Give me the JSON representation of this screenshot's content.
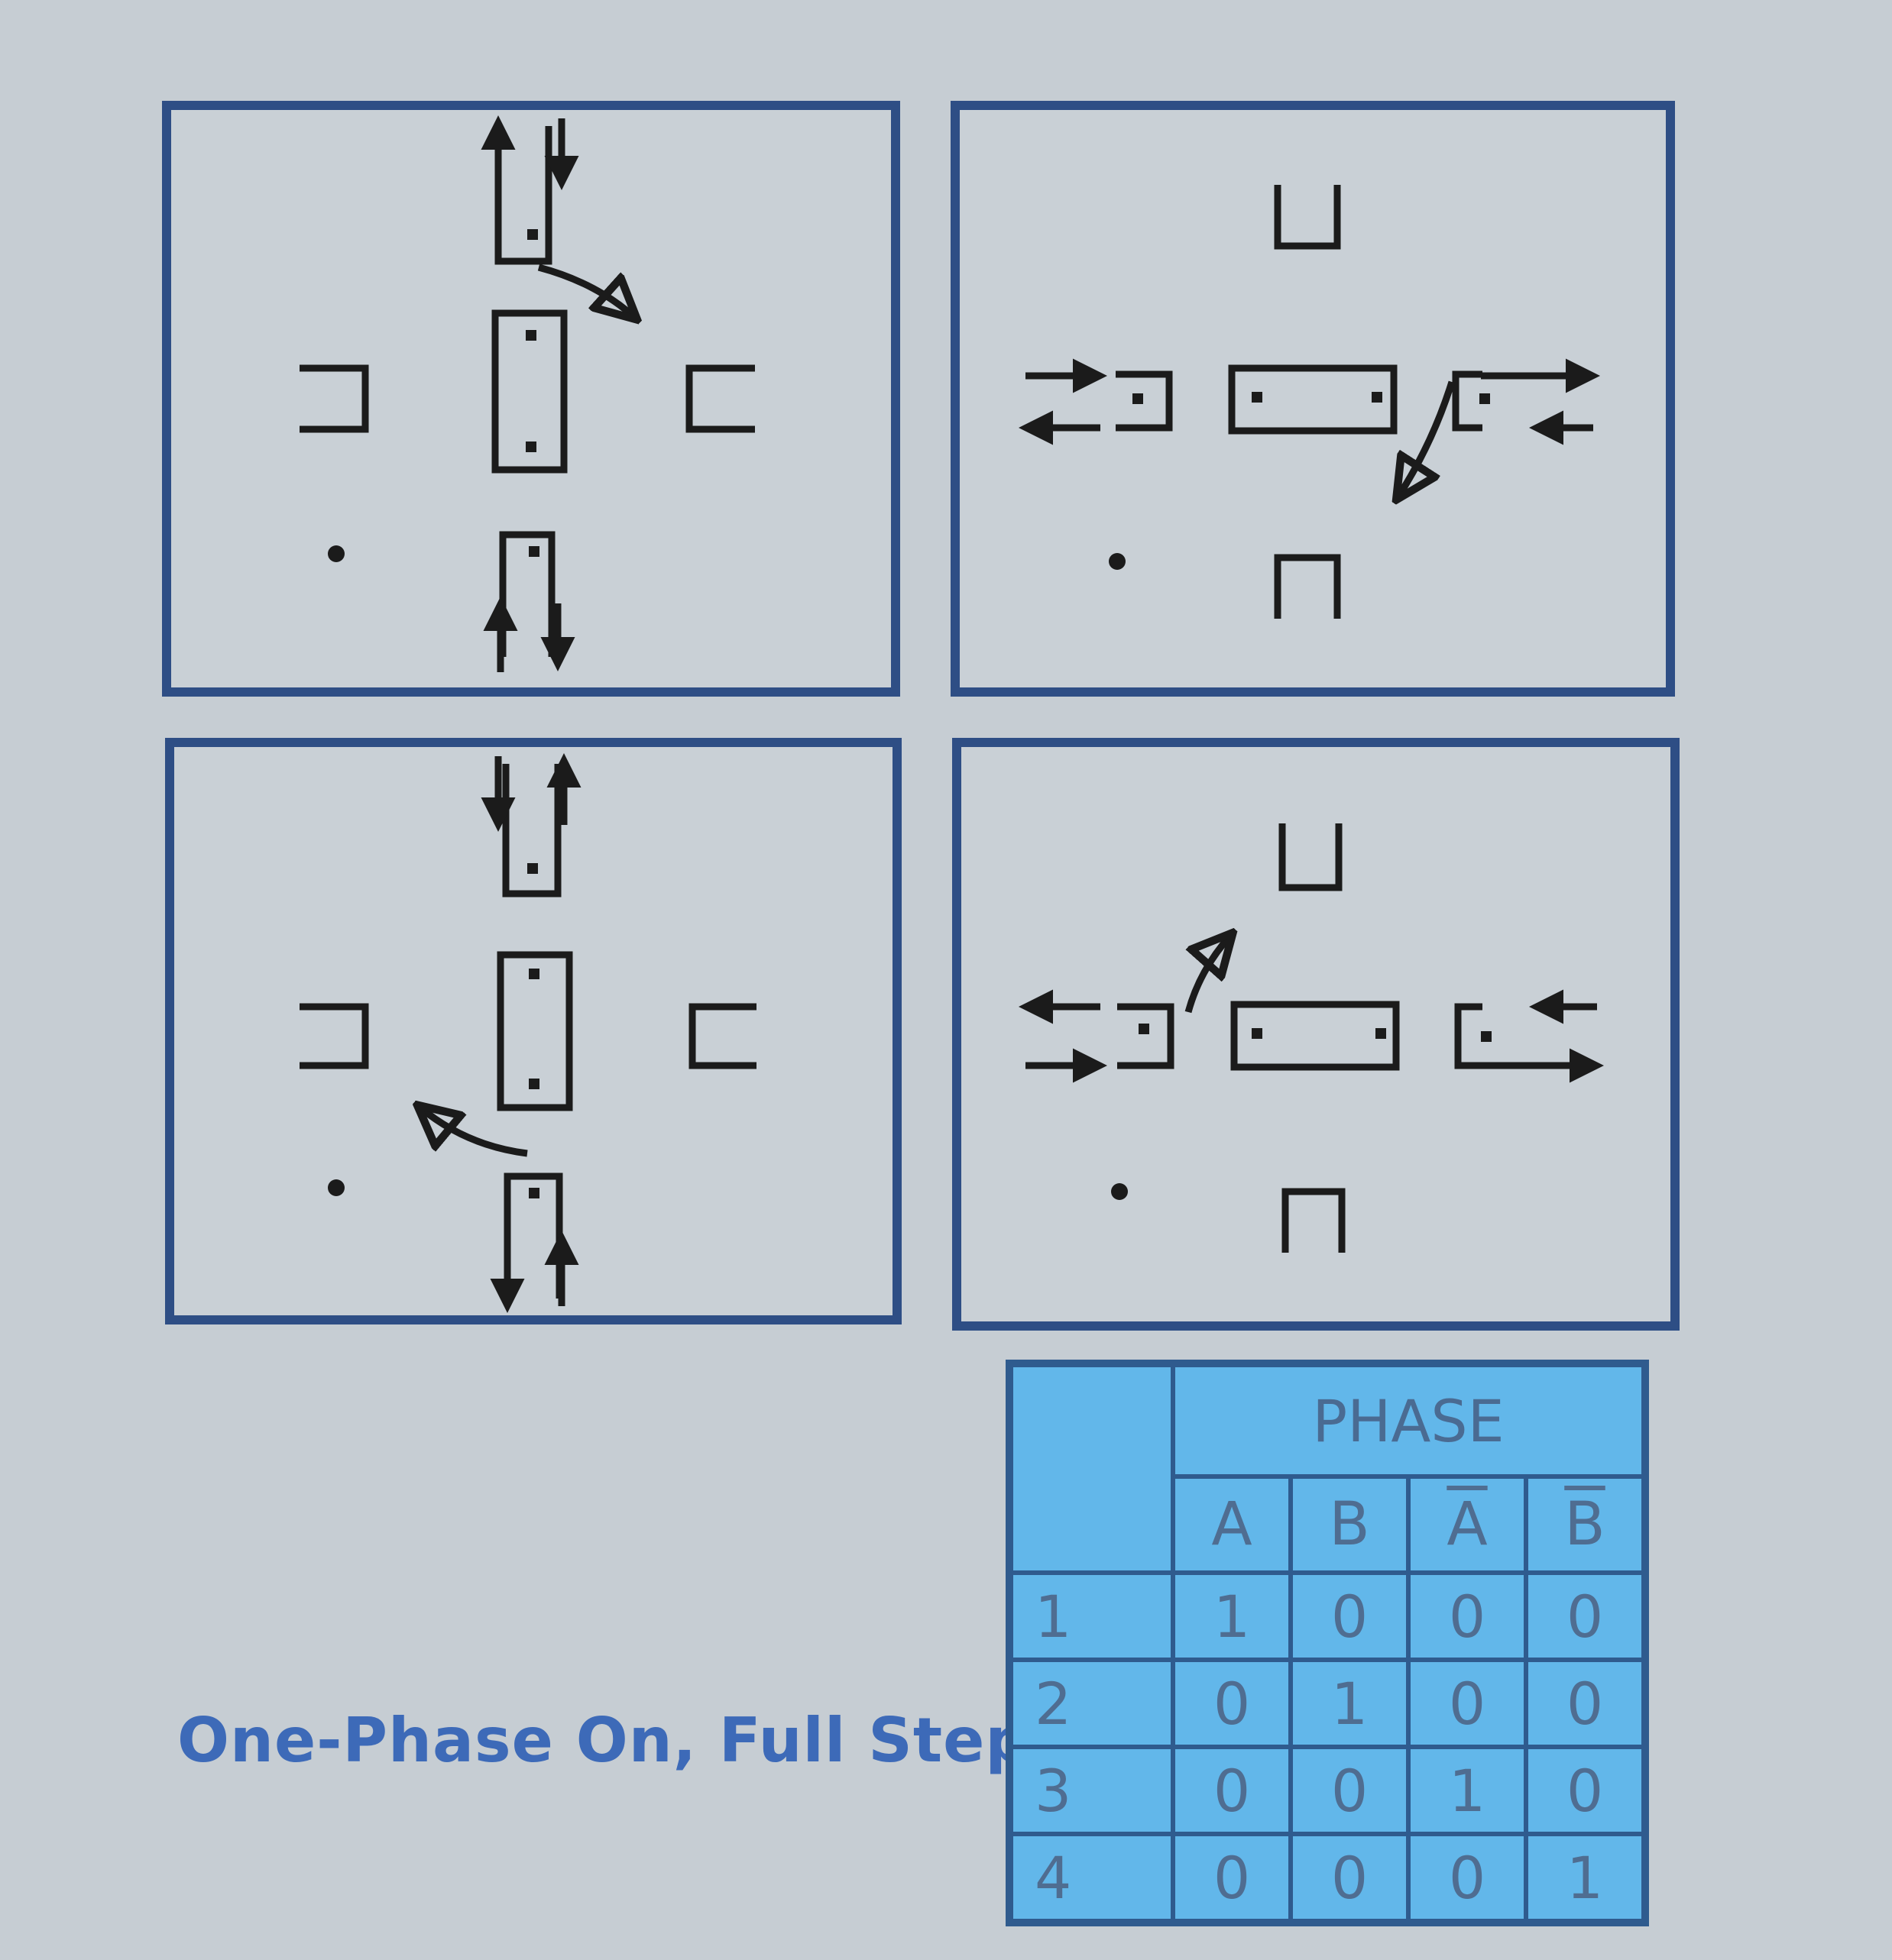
{
  "caption": "One-Phase On, Full Step",
  "table": {
    "group_header": "PHASE",
    "columns": [
      {
        "label": "A",
        "overline": false
      },
      {
        "label": "B",
        "overline": false
      },
      {
        "label": "A",
        "overline": true
      },
      {
        "label": "B",
        "overline": true
      }
    ],
    "rows": [
      {
        "step": "1",
        "values": [
          "1",
          "0",
          "0",
          "0"
        ]
      },
      {
        "step": "2",
        "values": [
          "0",
          "1",
          "0",
          "0"
        ]
      },
      {
        "step": "3",
        "values": [
          "0",
          "0",
          "1",
          "0"
        ]
      },
      {
        "step": "4",
        "values": [
          "0",
          "0",
          "0",
          "1"
        ]
      }
    ]
  },
  "colors": {
    "panel_border": "#2e4e85",
    "caption": "#3d6ab8",
    "table_fill": "#62b7ea",
    "table_border": "#2f5b8e"
  }
}
